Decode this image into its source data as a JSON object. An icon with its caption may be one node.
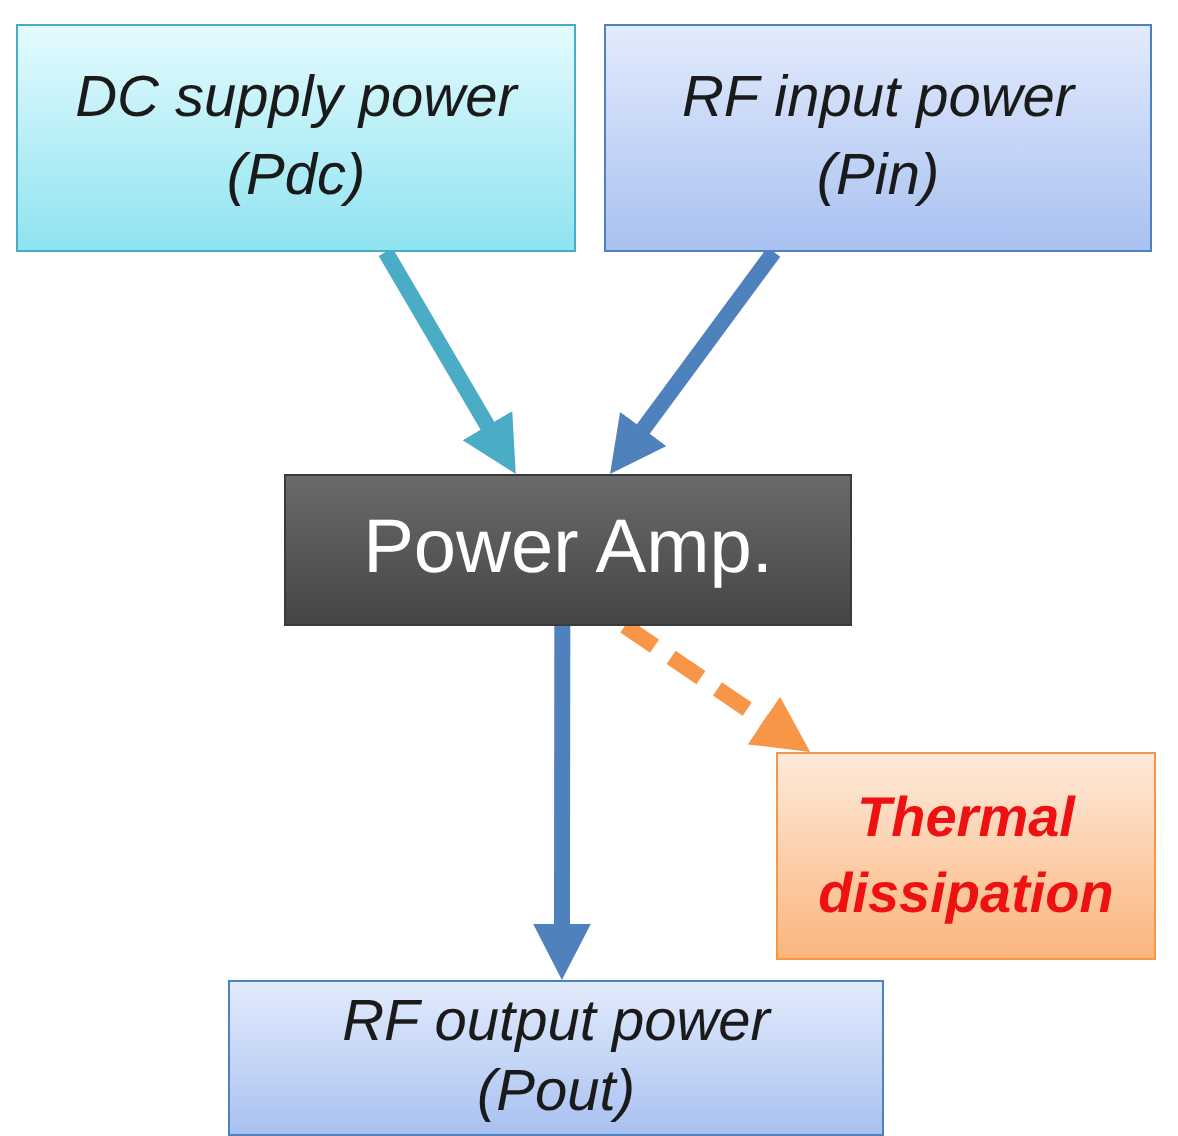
{
  "diagram": {
    "nodes": [
      {
        "text": [
          "DC supply power (Pdc)"
        ]
      },
      {
        "text": [
          "RF input power (Pin)"
        ]
      },
      {
        "text": [
          "Power Amp."
        ]
      },
      {
        "text": [
          "Thermal dissipation"
        ]
      },
      {
        "text": [
          "RF output power (Pout)"
        ]
      }
    ],
    "edges": [
      {
        "from": 0,
        "to": 2,
        "arrow": "to",
        "color": "#4bacc6"
      },
      {
        "from": 1,
        "to": 2,
        "arrow": "to"
      },
      {
        "from": 2,
        "to": 4,
        "arrow": "to"
      },
      {
        "from": 2,
        "to": 3,
        "arrow": "to",
        "style": "dashed",
        "color": "#f79646"
      }
    ]
  }
}
